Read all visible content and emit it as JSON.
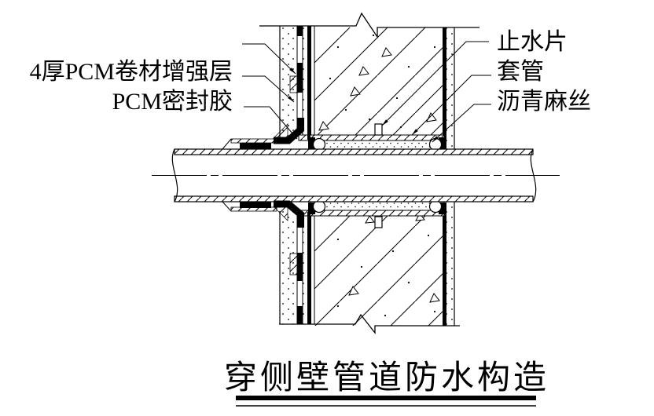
{
  "drawing": {
    "type": "construction-detail-diagram",
    "title": "穿侧壁管道防水构造",
    "labels_left": [
      {
        "id": "pcm-membrane-reinforcement-layer",
        "text": "4厚PCM卷材增强层"
      },
      {
        "id": "pcm-sealant",
        "text": "PCM密封胶"
      }
    ],
    "labels_right": [
      {
        "id": "water-stop-strip",
        "text": "止水片"
      },
      {
        "id": "sleeve-pipe",
        "text": "套管"
      },
      {
        "id": "asphalt-hemp-fiber",
        "text": "沥青麻丝"
      }
    ],
    "colors": {
      "line": "#000000",
      "background": "#ffffff"
    }
  }
}
